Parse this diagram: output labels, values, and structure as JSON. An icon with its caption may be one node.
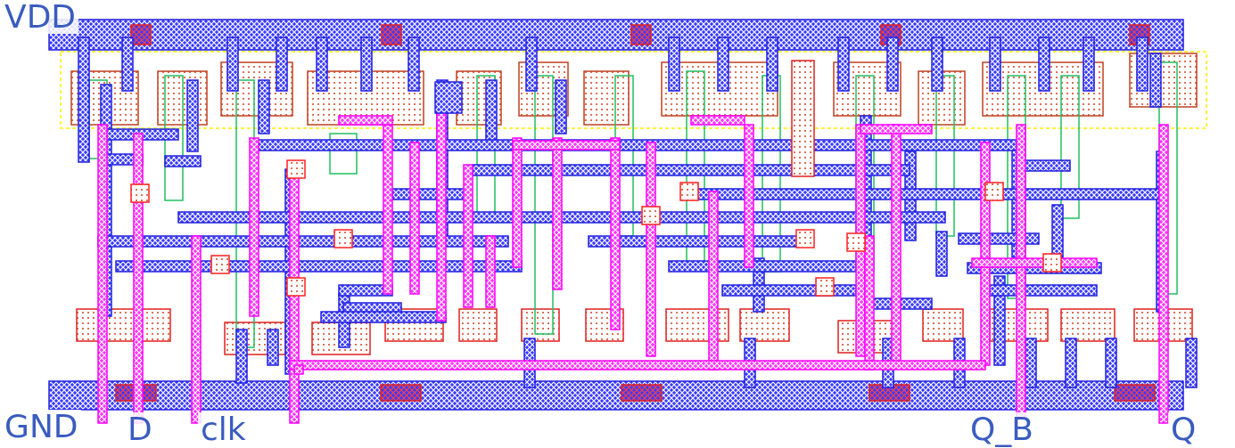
{
  "diagram": {
    "labels": [
      "VDD",
      "GND",
      "D",
      "clk",
      "Q_B",
      "Q"
    ]
  }
}
